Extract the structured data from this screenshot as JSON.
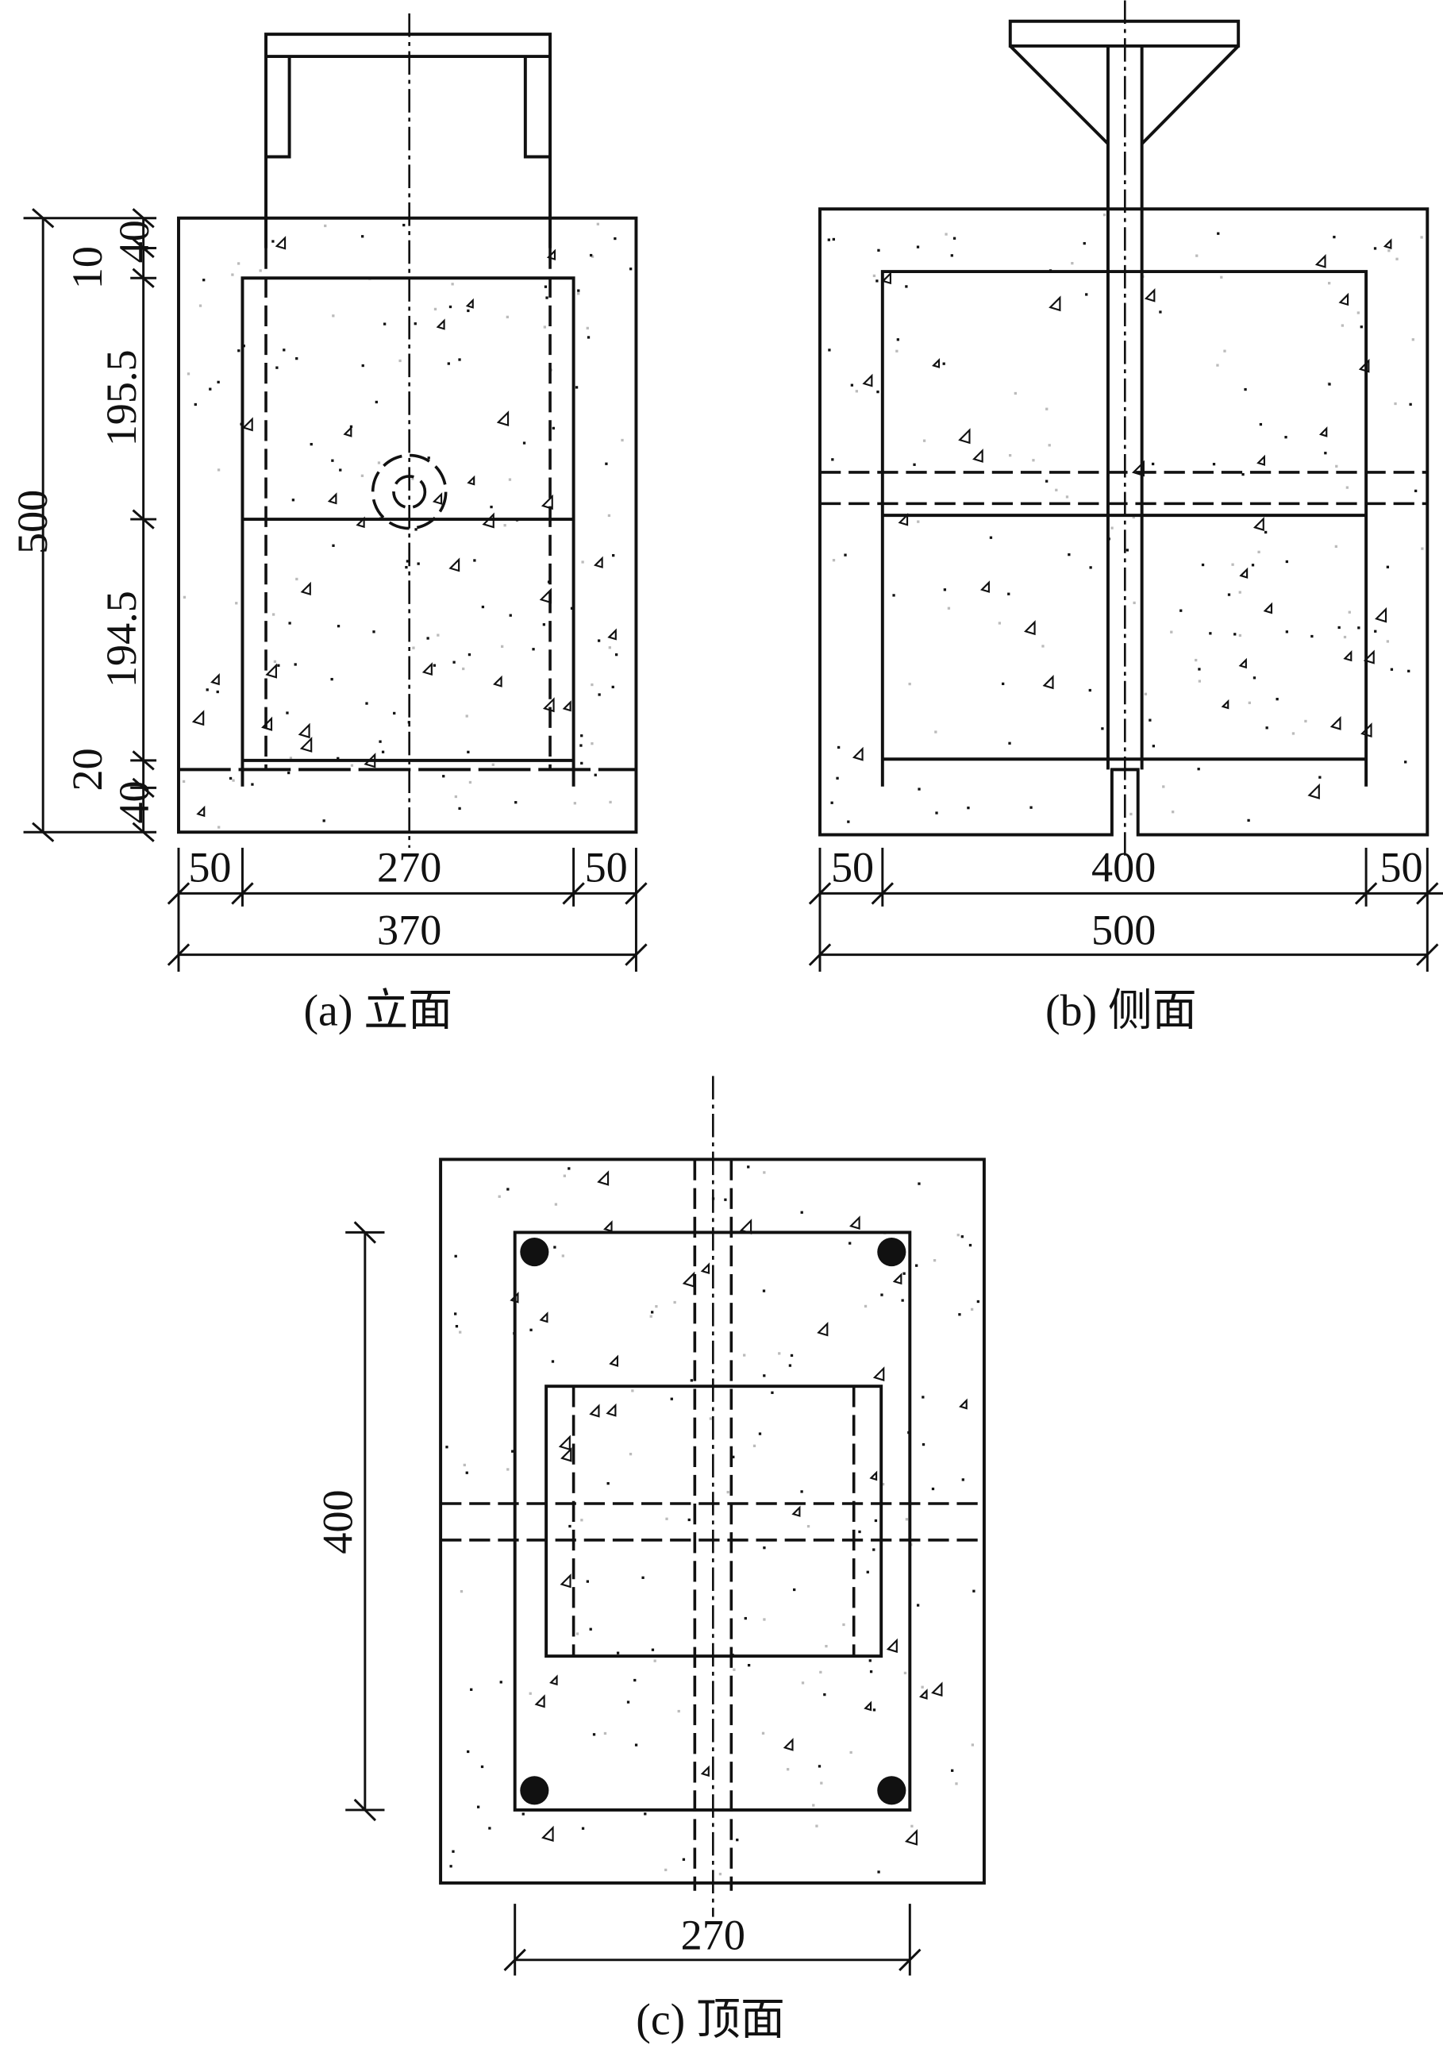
{
  "figure_a": {
    "caption": "(a) 立面",
    "dims_vertical": {
      "total": "500",
      "d1": "10",
      "d2": "40",
      "d3": "195.5",
      "d4": "194.5",
      "d5": "20",
      "d6": "40"
    },
    "dims_horizontal": {
      "left": "50",
      "middle": "270",
      "right": "50",
      "total": "370"
    }
  },
  "figure_b": {
    "caption": "(b) 侧面",
    "dims_horizontal": {
      "left": "50",
      "middle": "400",
      "right": "50",
      "total": "500"
    }
  },
  "figure_c": {
    "caption": "(c) 顶面",
    "dims": {
      "vertical": "400",
      "horizontal": "270"
    }
  },
  "colors": {
    "line": "#111111",
    "background": "#ffffff"
  }
}
